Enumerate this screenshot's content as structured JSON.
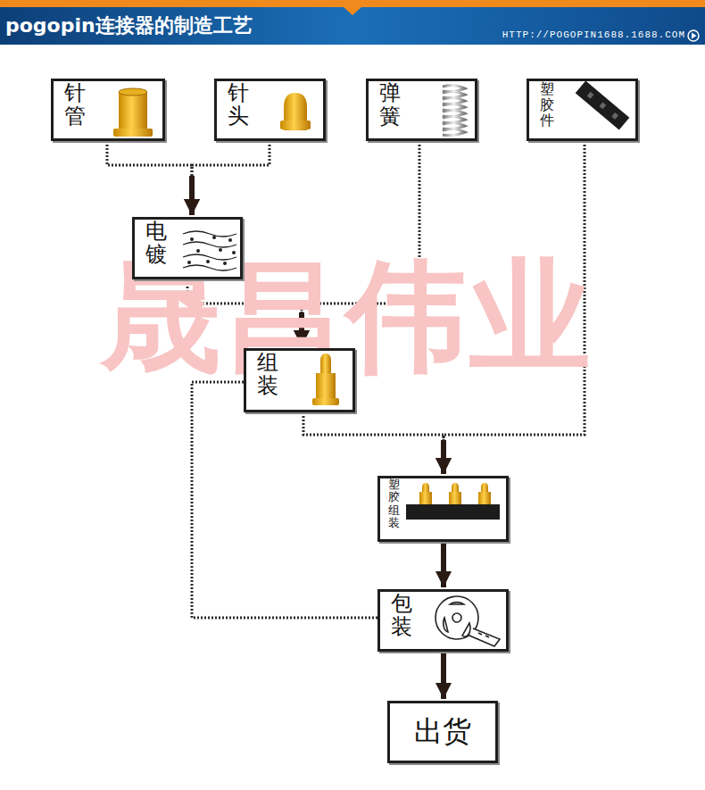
{
  "diagram": {
    "title": "pogopin连接器的制造工艺",
    "nodes": [
      {
        "text": [
          "针管"
        ]
      },
      {
        "text": [
          "针头"
        ]
      },
      {
        "text": [
          "弹簧"
        ]
      },
      {
        "text": [
          "塑胶件"
        ]
      },
      {
        "text": [
          "电镀"
        ]
      },
      {
        "text": [
          "组装"
        ]
      },
      {
        "text": [
          "塑胶组装"
        ]
      },
      {
        "text": [
          "包装"
        ]
      },
      {
        "text": [
          "出货"
        ]
      }
    ],
    "edges": [
      {
        "from": 0,
        "to": 4,
        "arrow": "to"
      },
      {
        "from": 1,
        "to": 4,
        "arrow": "to"
      },
      {
        "from": 4,
        "to": 5,
        "arrow": "to"
      },
      {
        "from": 2,
        "to": 5,
        "arrow": "to"
      },
      {
        "from": 5,
        "to": 6,
        "arrow": "to"
      },
      {
        "from": 3,
        "to": 6,
        "arrow": "to"
      },
      {
        "from": 6,
        "to": 7,
        "arrow": "to"
      },
      {
        "from": 7,
        "to": 8,
        "arrow": "to"
      },
      {
        "from": 5,
        "to": 7,
        "arrow": "none"
      }
    ],
    "labels": [
      "HTTP://POGOPIN1688.1688.COM",
      "晟昌伟业"
    ]
  }
}
